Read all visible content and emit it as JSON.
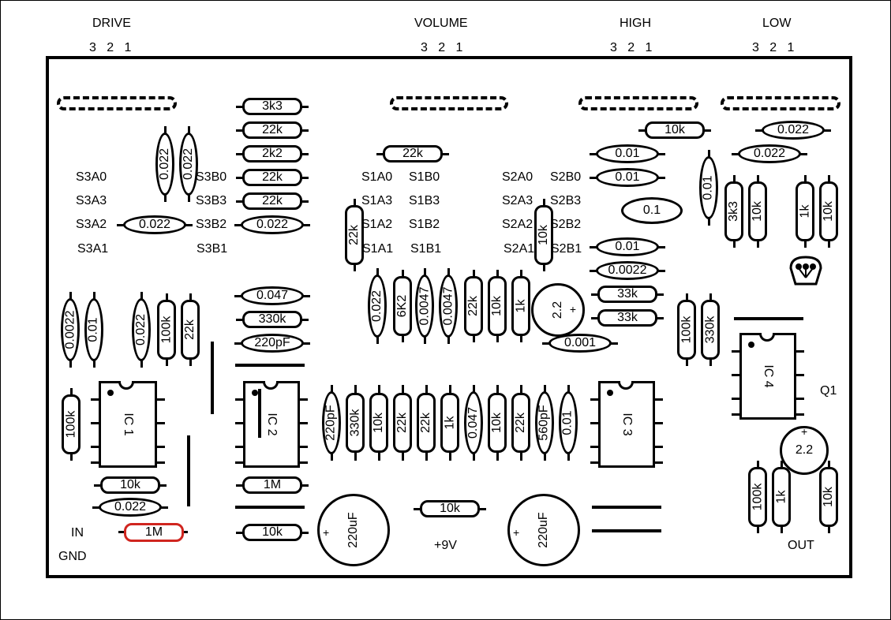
{
  "pots": [
    {
      "name": "DRIVE",
      "pins": "3   2   1"
    },
    {
      "name": "VOLUME",
      "pins": "3   2   1"
    },
    {
      "name": "HIGH",
      "pins": "3   2   1"
    },
    {
      "name": "LOW",
      "pins": "3   2   1"
    }
  ],
  "switch_labels": [
    "S3A0",
    "S3A3",
    "S3A2",
    "S3A1",
    "S3B0",
    "S3B3",
    "S3B2",
    "S3B1",
    "S1A0",
    "S1A3",
    "S1A2",
    "S1A1",
    "S1B0",
    "S1B3",
    "S1B2",
    "S1B1",
    "S2A0",
    "S2A3",
    "S2A2",
    "S2A1",
    "S2B0",
    "S2B3",
    "S2B2",
    "S2B1"
  ],
  "ics": [
    "IC 1",
    "IC 2",
    "IC 3",
    "IC 4"
  ],
  "transistor": "Q1",
  "io": {
    "in": "IN",
    "gnd": "GND",
    "supply": "+9V",
    "out": "OUT"
  },
  "components": {
    "r_3k3_top": "3k3",
    "r_22k_a": "22k",
    "r_2k2": "2k2",
    "r_22k_b": "22k",
    "r_22k_c": "22k",
    "c_0022_s3b2": "0.022",
    "c_0022_v1": "0.022",
    "c_0022_v2": "0.022",
    "c_0022_s3a2": "0.022",
    "r_22k_vol": "22k",
    "r_22k_s1a": "22k",
    "r_10k_s2a": "10k",
    "r_10k_high": "10k",
    "c_001_a": "0.01",
    "c_001_b": "0.01",
    "c_01": "0.1",
    "c_001_c": "0.01",
    "c_00022_h": "0.0022",
    "r_33k_a": "33k",
    "r_33k_b": "33k",
    "c_0022_low1": "0.022",
    "c_0022_low2": "0.022",
    "c_001_low": "0.01",
    "r_3k3_low": "3k3",
    "r_10k_low1": "10k",
    "r_1k_low": "1k",
    "r_10k_low2": "10k",
    "c_00022_l": "0.0022",
    "c_001_l": "0.01",
    "c_0022_l2": "0.022",
    "r_100k_l": "100k",
    "r_22k_l": "22k",
    "c_0047_m": "0.047",
    "r_330k_m": "330k",
    "c_220pf_m": "220pF",
    "c_0022_mid": "0.022",
    "r_6k2": "6K2",
    "c_00047_a": "0.0047",
    "c_00047_b": "0.0047",
    "r_22k_mid": "22k",
    "r_10k_mid": "10k",
    "r_1k_mid": "1k",
    "e_22_mid": "2.2",
    "c_0001": "0.001",
    "r_100k_ic4": "100k",
    "r_330k_ic4": "330k",
    "r_100k_ic1": "100k",
    "r_10k_ic1": "10k",
    "c_0022_ic1": "0.022",
    "r_1m_in": "1M",
    "r_1m_ic2": "1M",
    "r_10k_ic2": "10k",
    "row": [
      "220pF",
      "330k",
      "10k",
      "22k",
      "22k",
      "1k",
      "0.047",
      "10k",
      "22k",
      "560pF",
      "0.01"
    ],
    "e_220uf_a": "220uF",
    "r_10k_9v": "10k",
    "e_220uf_b": "220uF",
    "e_22_out": "2.2",
    "r_100k_out": "100k",
    "r_1k_out": "1k",
    "r_10k_out": "10k"
  },
  "colors": {
    "line": "#000000",
    "highlight": "#d0251f"
  }
}
